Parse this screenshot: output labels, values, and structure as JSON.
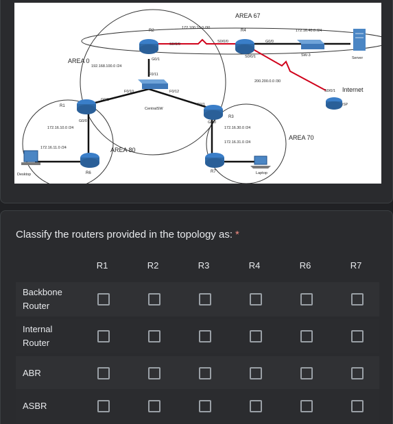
{
  "diagram": {
    "area67": "AREA 67",
    "area0": "AREA 0",
    "area80": "AREA 80",
    "area70": "AREA 70",
    "r2": "R2",
    "r4": "R4",
    "r1": "R1",
    "r3": "R3",
    "r6": "R6",
    "r7": "R7",
    "net_r2_r4": "172.100.10.0 /30",
    "net_r4_sw3": "172.16.40.0 /24",
    "net_area0": "192.168.100.0 /24",
    "net_r1_r6": "172.16.10.0 /24",
    "net_r6_desktop": "172.16.11.0 /24",
    "net_r3_r7": "172.16.30.0 /24",
    "net_r7_laptop": "172.16.31.0 /24",
    "net_r4_isp": "200.200.0.0 /30",
    "r2_s000": "S0/0/0",
    "r4_s000": "S0/0/0",
    "r4_g00": "G0/0",
    "r4_s001": "S0/0/1",
    "isp_s001": "S0/0/1",
    "r2_g01": "G0/1",
    "sw_f011": "F0/11",
    "sw_f010": "F0/10",
    "sw_f012": "F0/12",
    "r1_g01": "G0/1",
    "r3_g01": "G0/1",
    "r1_g00": "G0/0",
    "r3_g00": "G0/0",
    "sw3": "SW-3",
    "server": "Server",
    "centralsw": "CentralSW",
    "internet": "Internet",
    "isp": "ISP",
    "desktop": "Desktop",
    "laptop": "Laptop"
  },
  "form": {
    "question": "Classify the routers provided in the topology as:",
    "required_mark": "*",
    "columns": [
      "R1",
      "R2",
      "R3",
      "R4",
      "R6",
      "R7"
    ],
    "rows": [
      {
        "label": "Backbone Router"
      },
      {
        "label": "Internal Router"
      },
      {
        "label": "ABR"
      },
      {
        "label": "ASBR"
      }
    ]
  }
}
